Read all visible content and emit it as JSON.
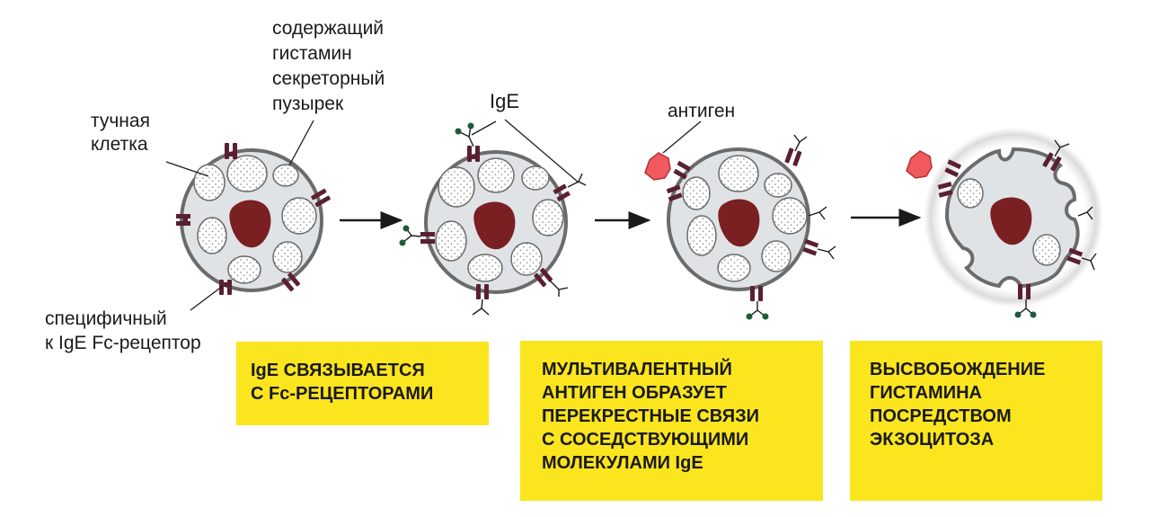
{
  "labels": {
    "mast_cell_line1": "тучная",
    "mast_cell_line2": "клетка",
    "vesicle_line1": "содержащий",
    "vesicle_line2": "гистамин",
    "vesicle_line3": "секреторный",
    "vesicle_line4": "пузырек",
    "receptor_line1": "специфичный",
    "receptor_line2": "к IgE Fc-рецептор",
    "ige": "IgE",
    "antigen": "антиген"
  },
  "steps": [
    {
      "lines": [
        "IgE СВЯЗЫВАЕТСЯ",
        "С Fc-РЕЦЕПТОРАМИ"
      ]
    },
    {
      "lines": [
        "МУЛЬТИВАЛЕНТНЫЙ",
        "АНТИГЕН ОБРАЗУЕТ",
        "ПЕРЕКРЕСТНЫЕ СВЯЗИ",
        "С СОСЕДСТВУЮЩИМИ",
        "МОЛЕКУЛАМИ IgE"
      ]
    },
    {
      "lines": [
        "ВЫСВОБОЖДЕНИЕ",
        "ГИСТАМИНА",
        "ПОСРЕДСТВОМ",
        "ЭКЗОЦИТОЗА"
      ]
    }
  ],
  "colors": {
    "box": "#fbe51f",
    "cell_fill": "#dfe3e6",
    "cell_outline": "#6b6b6b",
    "nucleus": "#7a1f22",
    "receptor": "#5a2030",
    "antigen": "#f05a5f",
    "ige_tip": "#1e5a3c"
  }
}
